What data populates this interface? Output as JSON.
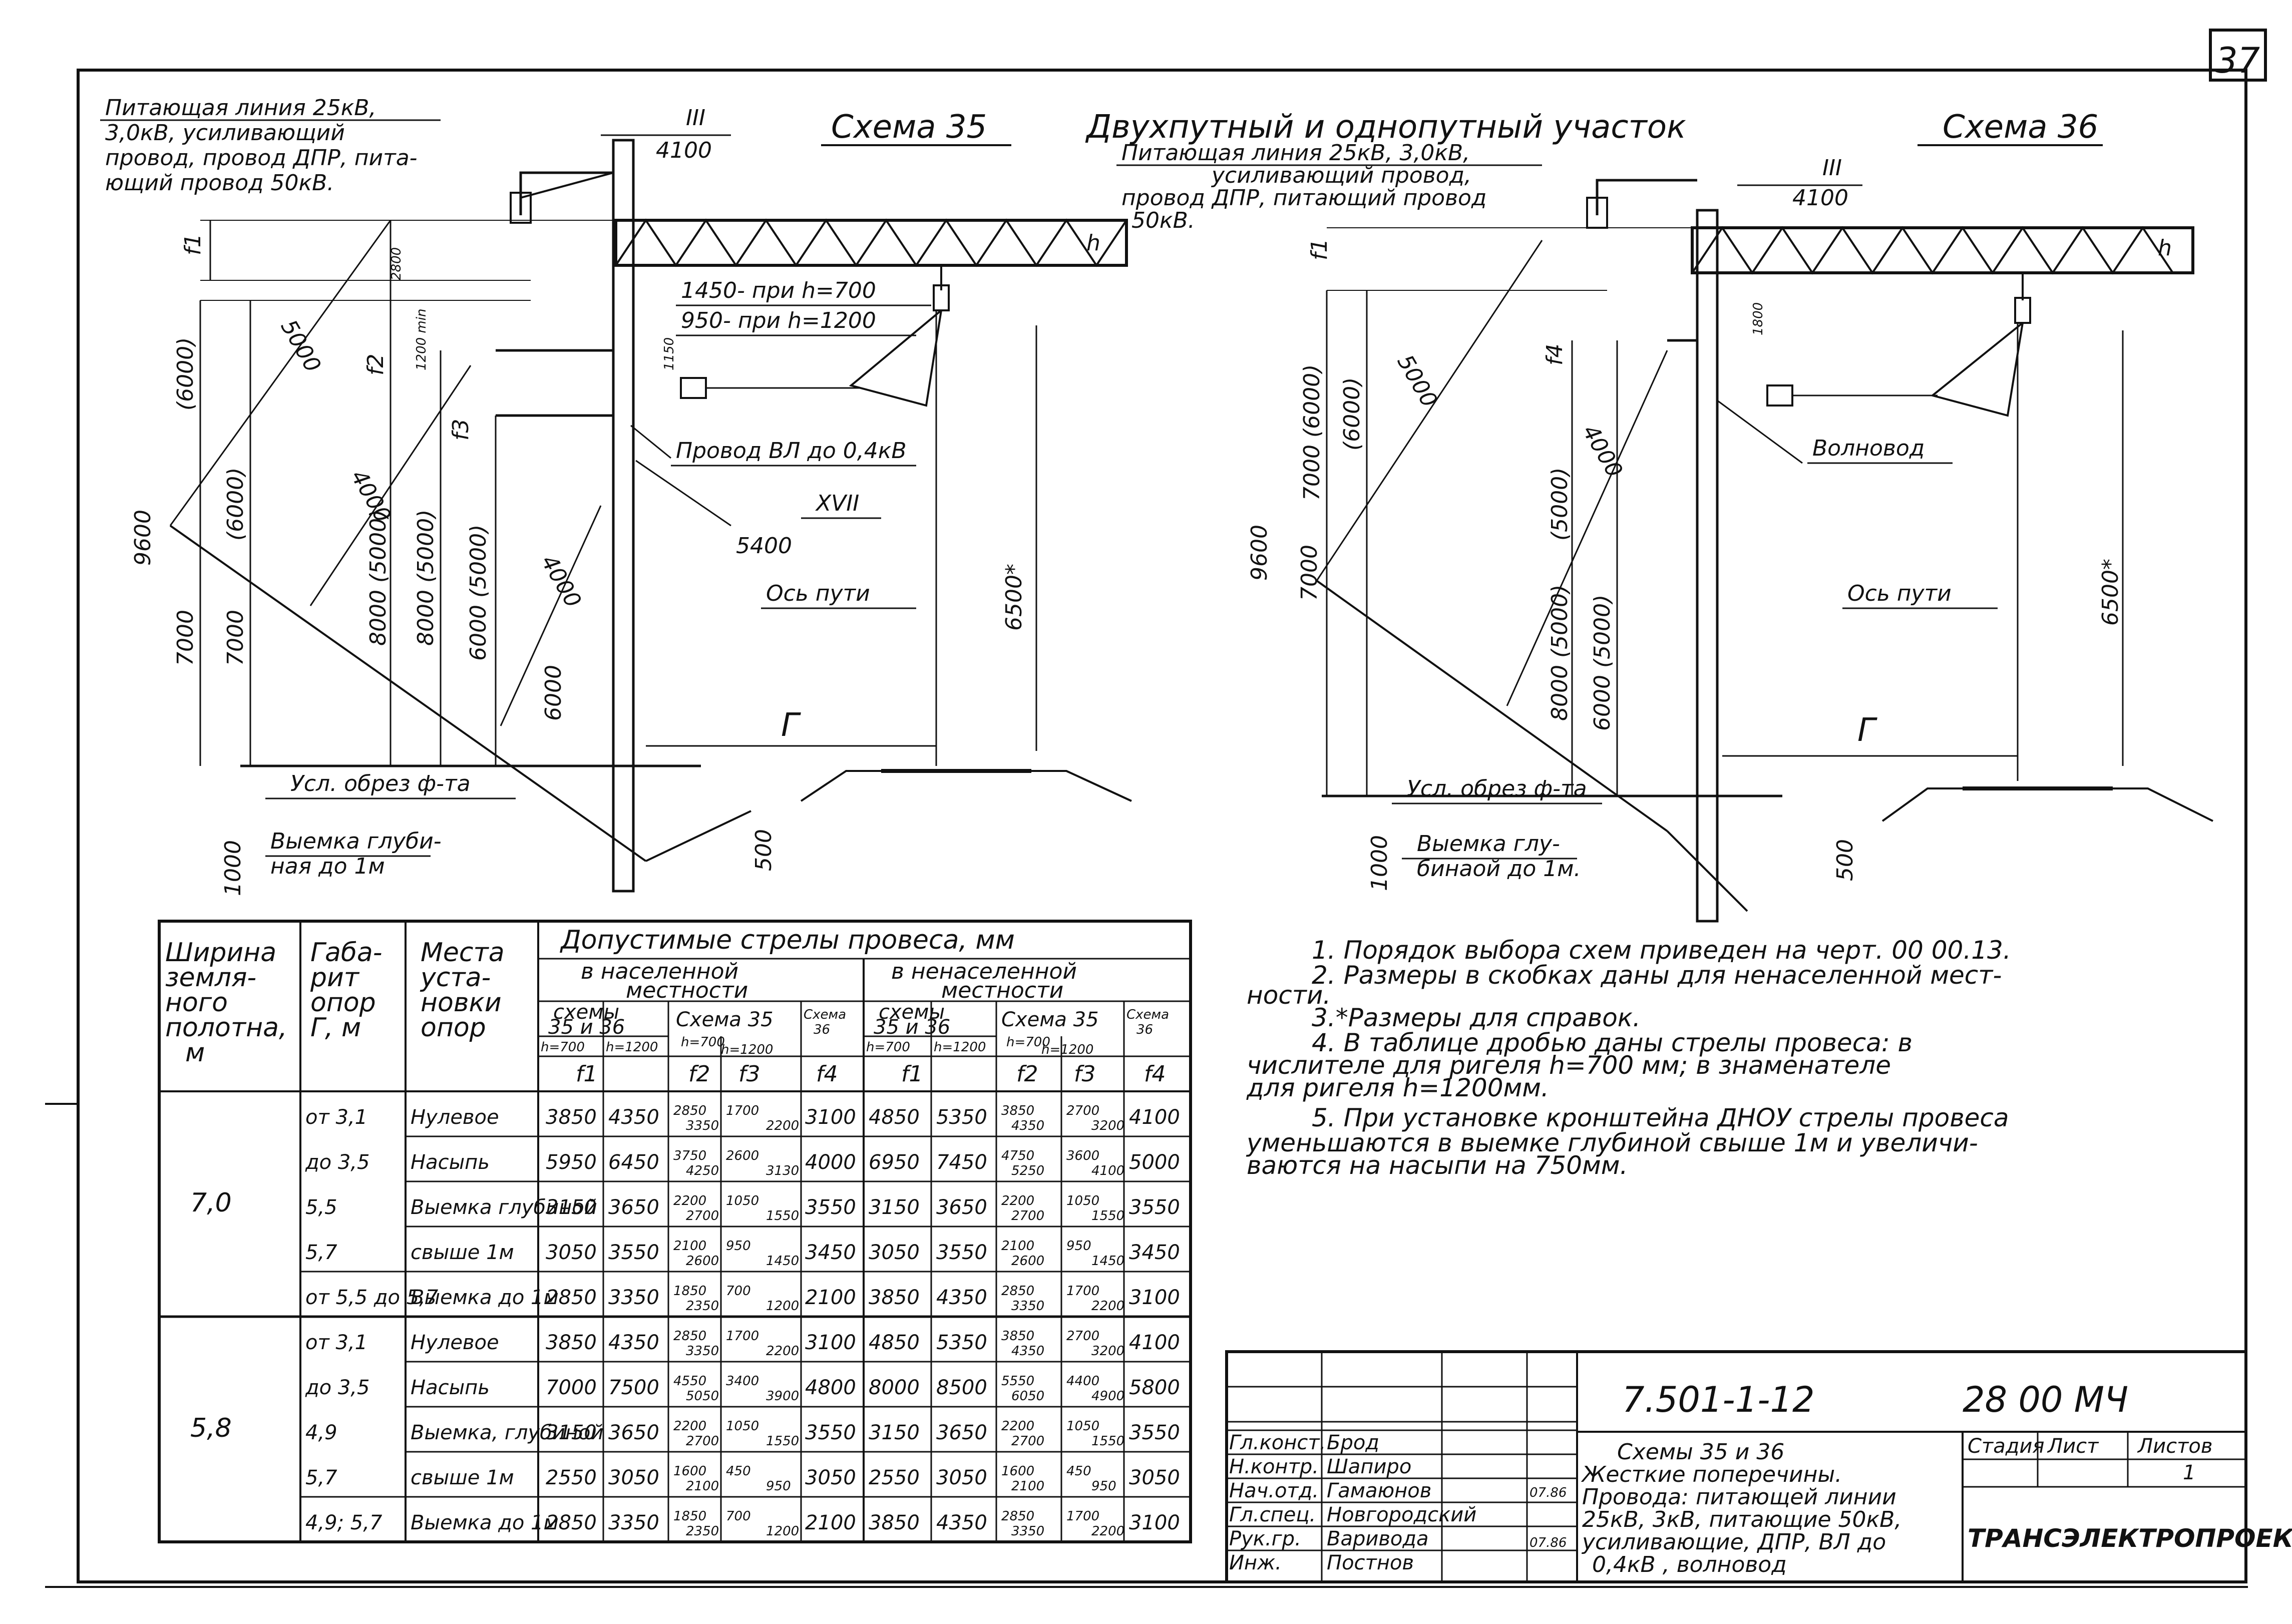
{
  "sheet_number": "37",
  "scheme35": {
    "title": "Схема 35",
    "feed_label": [
      "Питающая линия 25кВ,",
      "3,0кВ,      усиливающий",
      "провод, провод ДПР, пита-",
      "ющий провод 50кВ."
    ],
    "section_roman": "III",
    "section_code": "4100",
    "note_h700": "1450- при h=700",
    "note_h1200": "950- при h=1200",
    "wire_label": "Провод ВЛ до 0,4кВ",
    "section2_roman": "XVII",
    "section2_code": "5400",
    "axis_label": "Ось пути",
    "gauge_label": "Г",
    "cut_label": "Усл.   обрез   ф-та",
    "excav_label": [
      "Выемка глуби-",
      "ная до 1м"
    ],
    "dims": {
      "d9600": "9600",
      "d7000": "7000",
      "d6000a": "(6000)",
      "d7000b": "7000",
      "d6000b": "(6000)",
      "d5000": "5000",
      "d4000a": "4000",
      "d8000": "8000 (5000)",
      "d8000b": "8000 (5000)",
      "d6000c": "6000 (5000)",
      "d4000b": "4000",
      "d6000d": "6000",
      "d6500": "6500*",
      "d1000": "1000",
      "d500": "500",
      "d2800": "2800",
      "d1200": "1200 min",
      "d1150": "1150",
      "f1": "f1",
      "f2": "f2",
      "f3": "f3",
      "h": "h"
    }
  },
  "header_mid": "Двухпутный и однопутный участок",
  "scheme36": {
    "title": "Схема 36",
    "feed_label": [
      "Питающая линия 25кВ, 3,0кВ,",
      "усиливающий провод,",
      "провод ДПР, питающий провод",
      "50кВ."
    ],
    "section_roman": "III",
    "section_code": "4100",
    "waveguide_label": "Волновод",
    "axis_label": "Ось пути",
    "gauge_label": "Г",
    "cut_label": "Усл. обрез   ф-та",
    "excav_label": [
      "Выемка глу-",
      "бинаой до 1м."
    ],
    "dims": {
      "d9600": "9600",
      "d7000": "7000",
      "d7000b": "7000 (6000)",
      "d6000": "(6000)",
      "d5000": "5000",
      "d4000": "4000",
      "d5000b": "(5000)",
      "d8000": "8000 (5000)",
      "d6000b": "6000 (5000)",
      "d6500": "6500*",
      "d1000": "1000",
      "d500": "500",
      "d1800": "1800",
      "f1": "f1",
      "f4": "f4",
      "h": "h"
    }
  },
  "notes": [
    "1. Порядок выбора схем приведен на черт. 00 00.13.",
    "2. Размеры в скобках даны для ненаселенной мест-",
    "ности.",
    "3.*Размеры для справок.",
    "4. В таблице дробью даны стрелы провеса: в",
    "числителе для  ригеля         h=700 мм; в знаменателе",
    "для ригеля h=1200мм.",
    "5. При установке кронштейна ДНОУ стрелы провеса",
    "уменьшаются в выемке глубиной свыше 1м и увеличи-",
    "ваются на насыпи на 750мм."
  ],
  "table": {
    "col1": [
      "Ширина",
      "земля-",
      "ного",
      "полотна,",
      "м"
    ],
    "col2": [
      "Габа-",
      "рит",
      "опор",
      "Г, м"
    ],
    "col3": [
      "Места",
      "уста-",
      "новки",
      "опор"
    ],
    "main_header": "Допустимые стрелы провеса, мм",
    "populated": "в населенной",
    "populated2": "местности",
    "unpopulated": "в ненаселенной",
    "unpopulated2": "местности",
    "sub": {
      "s3536": "схемы",
      "s3536b": "35 и 36",
      "s35": "Схема 35",
      "s36": "Схема",
      "s36b": "36",
      "h700": "h=700",
      "h1200": "h=1200",
      "hfrac": "h=700",
      "hfrac2": "h=1200"
    },
    "f_labels": [
      "f1",
      "f2",
      "f3",
      "f4",
      "f1",
      "f2",
      "f3",
      "f4"
    ],
    "groups": [
      {
        "width": "7,0",
        "rows": [
          {
            "gab": "от 3,1",
            "place": "Нулевое",
            "c": [
              "3850",
              "4350"
            ],
            "f2": [
              "2850",
              "3350"
            ],
            "f3": [
              "1700",
              "2200"
            ],
            "f4": "3100",
            "u": [
              "4850",
              "5350"
            ],
            "uf2": [
              "3850",
              "4350"
            ],
            "uf3": [
              "2700",
              "3200"
            ],
            "uf4": "4100"
          },
          {
            "gab": "до 3,5",
            "place": "Насыпь",
            "c": [
              "5950",
              "6450"
            ],
            "f2": [
              "3750",
              "4250"
            ],
            "f3": [
              "2600",
              "3130"
            ],
            "f4": "4000",
            "u": [
              "6950",
              "7450"
            ],
            "uf2": [
              "4750",
              "5250"
            ],
            "uf3": [
              "3600",
              "4100"
            ],
            "uf4": "5000"
          },
          {
            "gab": "5,5",
            "place": "Выемка глубиной",
            "c": [
              "3150",
              "3650"
            ],
            "f2": [
              "2200",
              "2700"
            ],
            "f3": [
              "1050",
              "1550"
            ],
            "f4": "3550",
            "u": [
              "3150",
              "3650"
            ],
            "uf2": [
              "2200",
              "2700"
            ],
            "uf3": [
              "1050",
              "1550"
            ],
            "uf4": "3550"
          },
          {
            "gab": "5,7",
            "place": "свыше 1м",
            "c": [
              "3050",
              "3550"
            ],
            "f2": [
              "2100",
              "2600"
            ],
            "f3": [
              "950",
              "1450"
            ],
            "f4": "3450",
            "u": [
              "3050",
              "3550"
            ],
            "uf2": [
              "2100",
              "2600"
            ],
            "uf3": [
              "950",
              "1450"
            ],
            "uf4": "3450"
          },
          {
            "gab": "от 5,5 до 5,7",
            "place": "Выемка до 1м",
            "c": [
              "2850",
              "3350"
            ],
            "f2": [
              "1850",
              "2350"
            ],
            "f3": [
              "700",
              "1200"
            ],
            "f4": "2100",
            "u": [
              "3850",
              "4350"
            ],
            "uf2": [
              "2850",
              "3350"
            ],
            "uf3": [
              "1700",
              "2200"
            ],
            "uf4": "3100"
          }
        ]
      },
      {
        "width": "5,8",
        "rows": [
          {
            "gab": "от 3,1",
            "place": "Нулевое",
            "c": [
              "3850",
              "4350"
            ],
            "f2": [
              "2850",
              "3350"
            ],
            "f3": [
              "1700",
              "2200"
            ],
            "f4": "3100",
            "u": [
              "4850",
              "5350"
            ],
            "uf2": [
              "3850",
              "4350"
            ],
            "uf3": [
              "2700",
              "3200"
            ],
            "uf4": "4100"
          },
          {
            "gab": "до 3,5",
            "place": "Насыпь",
            "c": [
              "7000",
              "7500"
            ],
            "f2": [
              "4550",
              "5050"
            ],
            "f3": [
              "3400",
              "3900"
            ],
            "f4": "4800",
            "u": [
              "8000",
              "8500"
            ],
            "uf2": [
              "5550",
              "6050"
            ],
            "uf3": [
              "4400",
              "4900"
            ],
            "uf4": "5800"
          },
          {
            "gab": "4,9",
            "place": "Выемка, глубиной",
            "c": [
              "3150",
              "3650"
            ],
            "f2": [
              "2200",
              "2700"
            ],
            "f3": [
              "1050",
              "1550"
            ],
            "f4": "3550",
            "u": [
              "3150",
              "3650"
            ],
            "uf2": [
              "2200",
              "2700"
            ],
            "uf3": [
              "1050",
              "1550"
            ],
            "uf4": "3550"
          },
          {
            "gab": "5,7",
            "place": "свыше 1м",
            "c": [
              "2550",
              "3050"
            ],
            "f2": [
              "1600",
              "2100"
            ],
            "f3": [
              "450",
              "950"
            ],
            "f4": "3050",
            "u": [
              "2550",
              "3050"
            ],
            "uf2": [
              "1600",
              "2100"
            ],
            "uf3": [
              "450",
              "950"
            ],
            "uf4": "3050"
          },
          {
            "gab": "4,9; 5,7",
            "place": "Выемка до 1м",
            "c": [
              "2850",
              "3350"
            ],
            "f2": [
              "1850",
              "2350"
            ],
            "f3": [
              "700",
              "1200"
            ],
            "f4": "2100",
            "u": [
              "3850",
              "4350"
            ],
            "uf2": [
              "2850",
              "3350"
            ],
            "uf3": [
              "1700",
              "2200"
            ],
            "uf4": "3100"
          }
        ]
      }
    ]
  },
  "title_block": {
    "doc_code": "7.501-1-12",
    "sheet_code": "28 00 МЧ",
    "roles": [
      "Гл.конст.",
      "Н.контр.",
      "Нач.отд.",
      "Гл.спец.",
      "Рук.гр.",
      "Инж."
    ],
    "names": [
      "Брод",
      "Шапиро",
      "Гамаюнов",
      "Новгородский",
      "Варивода",
      "Постнов"
    ],
    "date1": "07.86",
    "date2": "07.86",
    "description": [
      "Схемы 35 и 36",
      "Жесткие поперечины.",
      "Провода: питающей линии",
      "25кВ, 3кВ, питающие 50кВ,",
      "усиливающие, ДПР, ВЛ до",
      "0,4кВ      , волновод"
    ],
    "stage_label": "Стадия",
    "sheet_label": "Лист",
    "sheets_label": "Листов",
    "sheets_value": "1",
    "org": "ТРАНСЭЛЕКТРОПРОЕКТ"
  }
}
